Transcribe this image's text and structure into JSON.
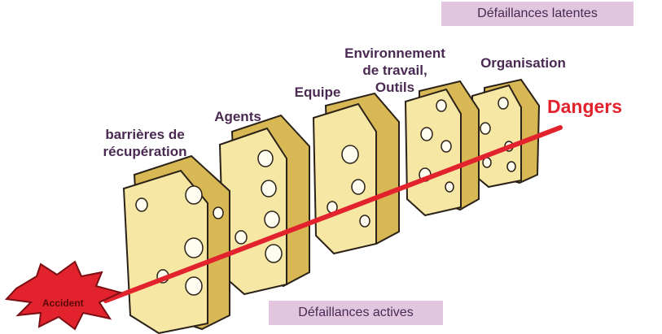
{
  "latent_failures_label": "Défaillances latentes",
  "active_failures_label": "Défaillances actives",
  "dangers_label": "Dangers",
  "accident_label": "Accident",
  "layers": [
    {
      "lines": [
        "barrières de",
        "récupération"
      ]
    },
    {
      "lines": [
        "Agents"
      ]
    },
    {
      "lines": [
        "Equipe"
      ]
    },
    {
      "lines": [
        "Environnement",
        "de travail,",
        "Outils"
      ]
    },
    {
      "lines": [
        "Organisation"
      ]
    }
  ],
  "colors": {
    "cheese_face": "#f6e7a4",
    "cheese_side": "#d8b854",
    "outline": "#2a2118",
    "arrow": "#e2232e",
    "box_fill": "#e2c6e0",
    "label_text": "#4a2a52"
  }
}
